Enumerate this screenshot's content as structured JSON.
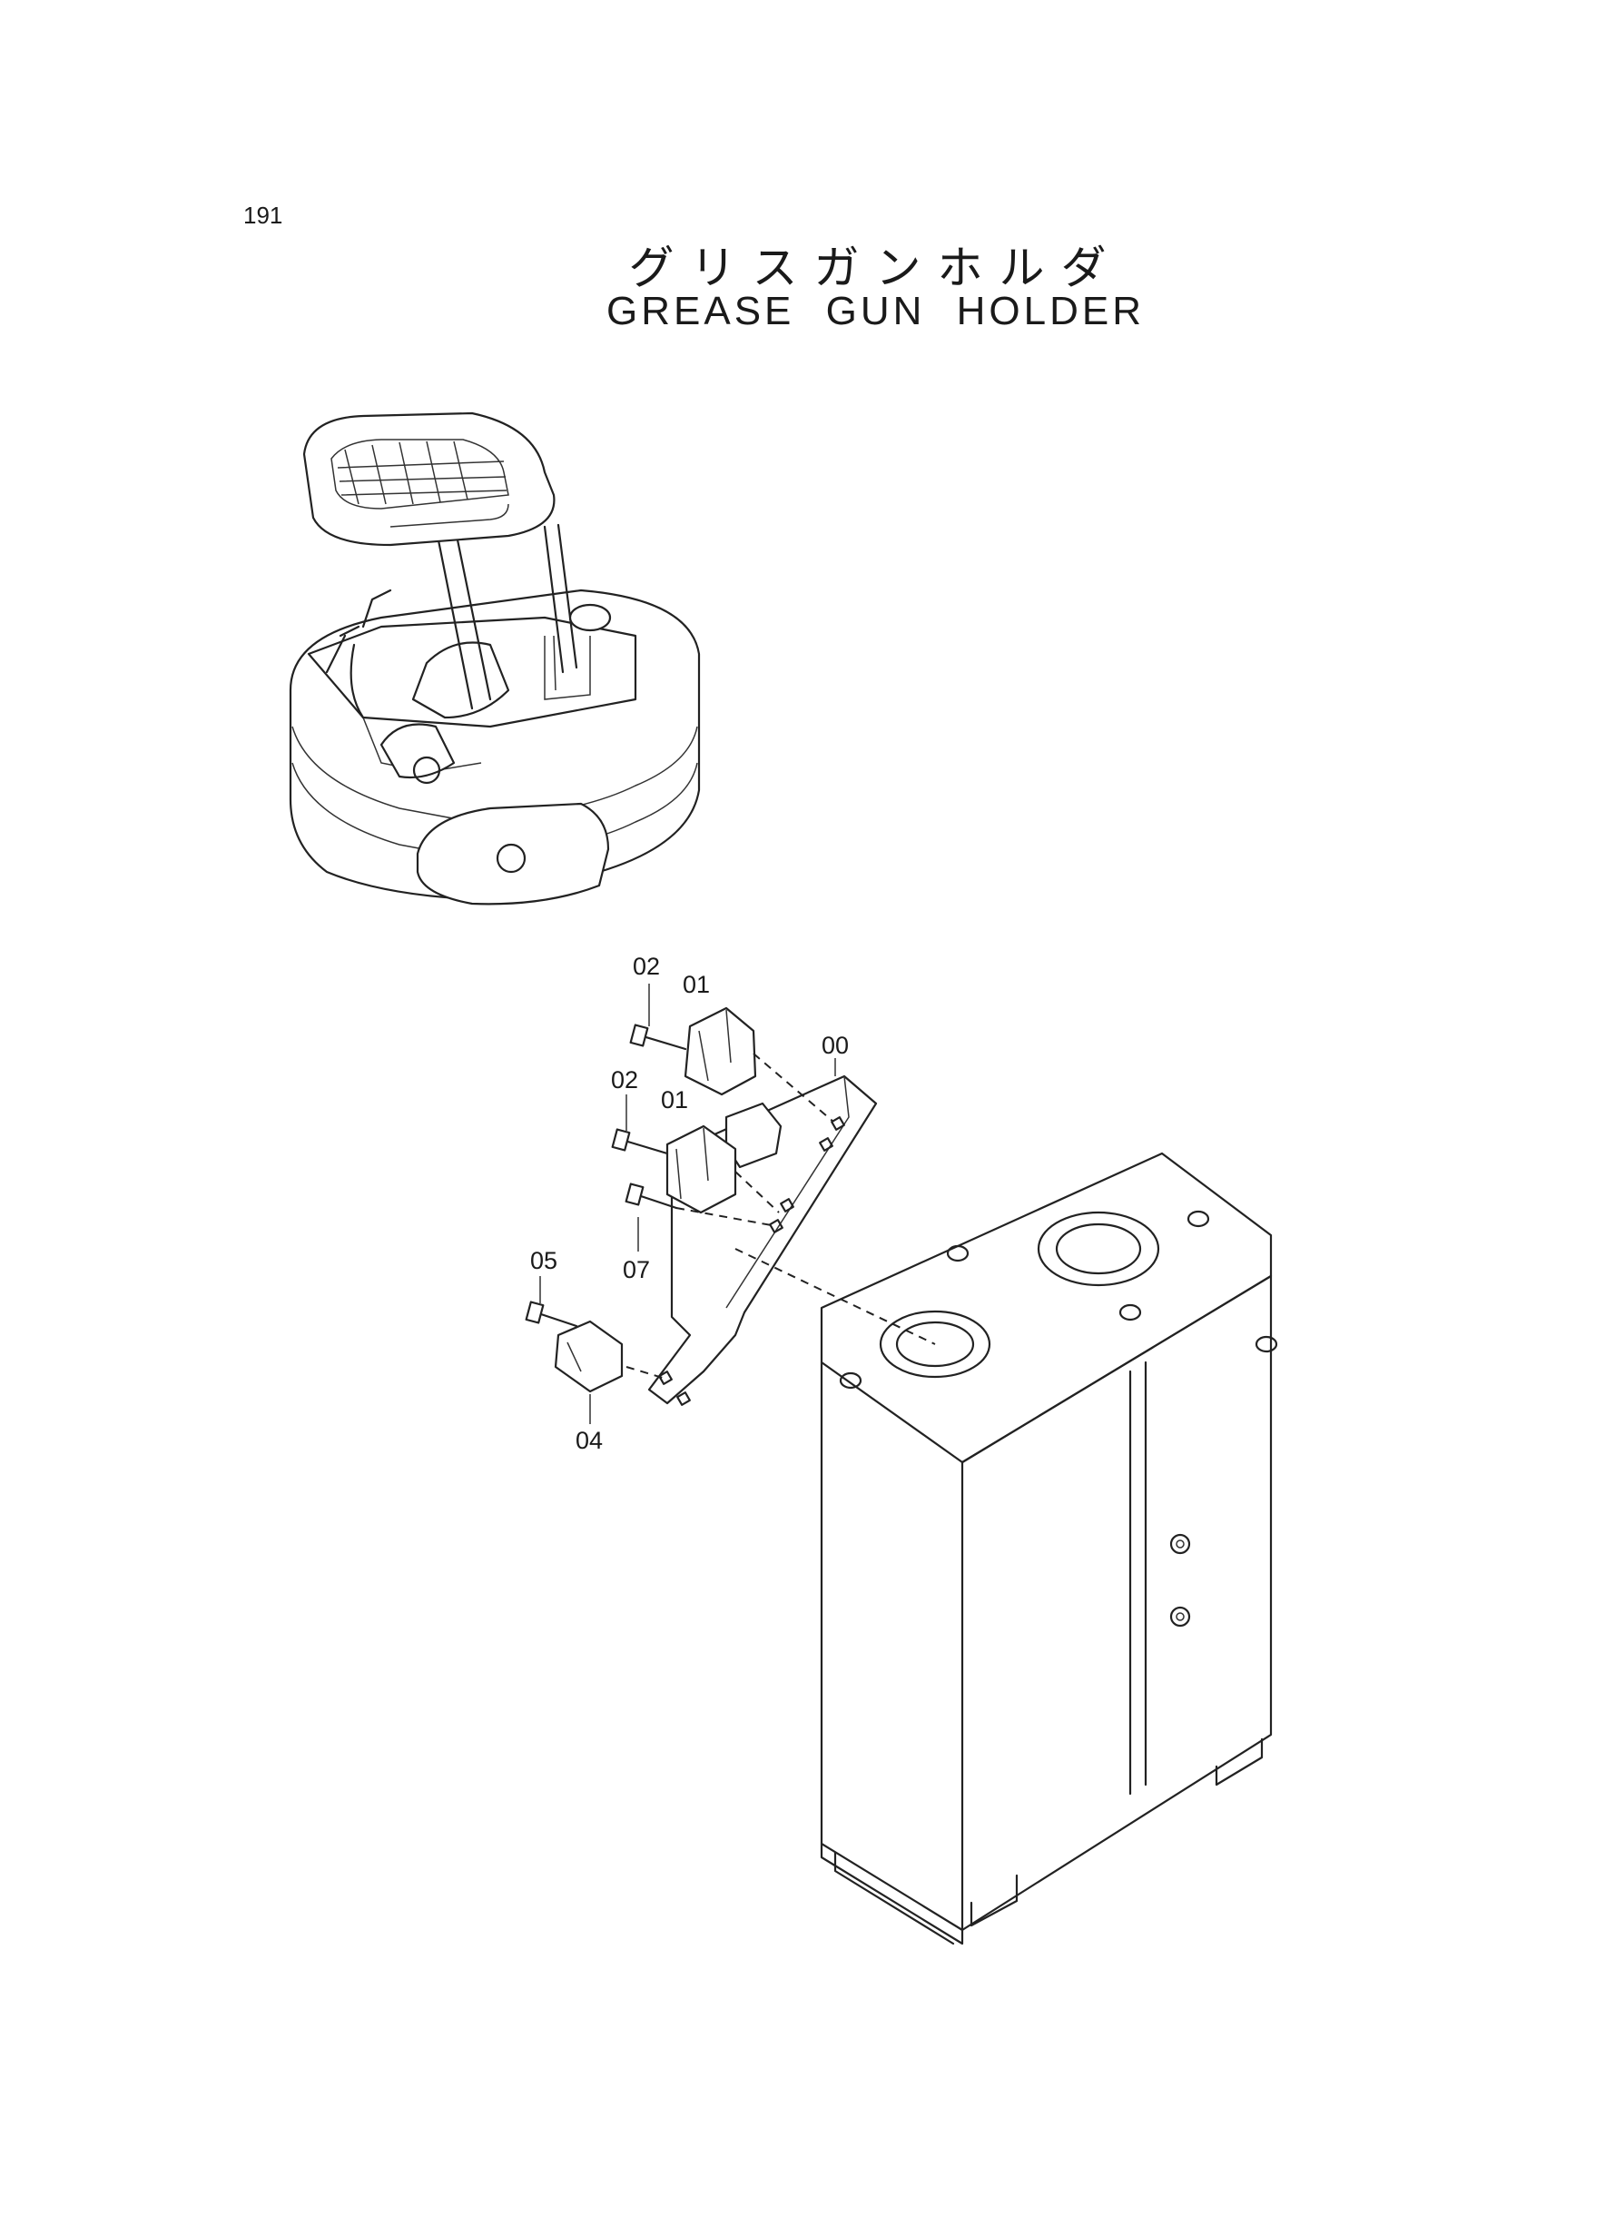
{
  "page": {
    "number": "191"
  },
  "title": {
    "japanese": "グリスガンホルダ",
    "english": "GREASE GUN HOLDER"
  },
  "callouts": [
    {
      "id": "00",
      "label": "00"
    },
    {
      "id": "01a",
      "label": "01"
    },
    {
      "id": "02a",
      "label": "02"
    },
    {
      "id": "01b",
      "label": "01"
    },
    {
      "id": "02b",
      "label": "02"
    },
    {
      "id": "07",
      "label": "07"
    },
    {
      "id": "05",
      "label": "05"
    },
    {
      "id": "04",
      "label": "04"
    }
  ]
}
